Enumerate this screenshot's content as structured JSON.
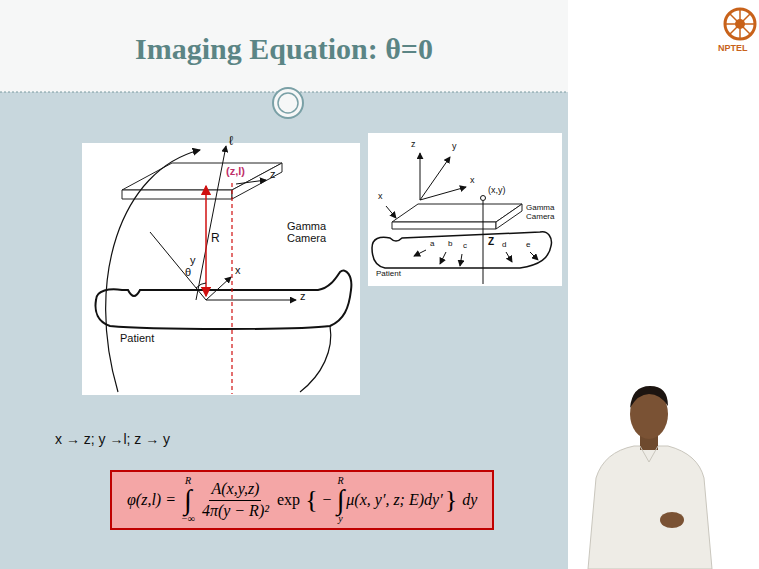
{
  "diagram": {
    "title": "Imaging Equation: θ=0",
    "nodes": [
      {
        "text": [
          "φ(z,l) =",
          "∫",
          "R",
          "−∞",
          "A(x,y,z)",
          "4π(y − R)²",
          "exp",
          "{",
          "−",
          "∫",
          "R",
          "y",
          "μ(x, y′, z; E)dy′",
          "}",
          "dy"
        ]
      }
    ],
    "labels": [
      "ℓ",
      "(z,l)",
      "z",
      "Gamma Camera",
      "y",
      "R",
      "θ",
      "x",
      "z",
      "Patient",
      "z",
      "y",
      "x",
      "(x,y)",
      "Gamma Camera",
      "x",
      "Z",
      "a",
      "b",
      "c",
      "d",
      "e",
      "Patient",
      "x → z; y →l; z → y",
      "NPTEL"
    ]
  }
}
